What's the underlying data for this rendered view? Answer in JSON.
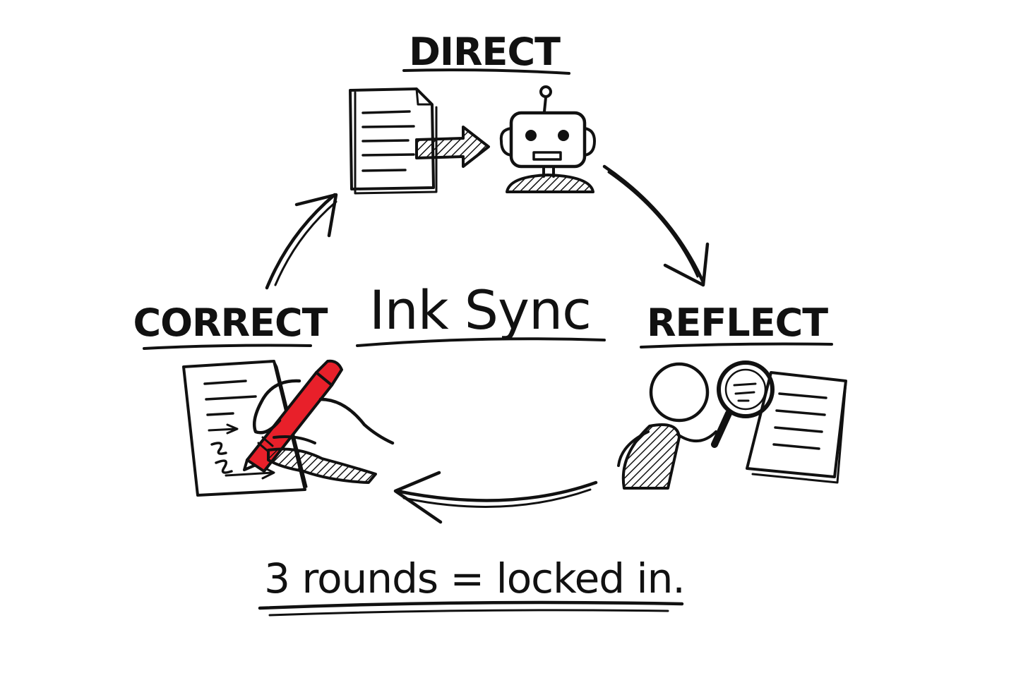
{
  "diagram": {
    "title": "Ink Sync",
    "footer": "3 rounds = locked in.",
    "steps": [
      {
        "label": "DIRECT",
        "icon": "document-to-robot-icon"
      },
      {
        "label": "REFLECT",
        "icon": "person-magnifier-document-icon"
      },
      {
        "label": "CORRECT",
        "icon": "hand-pen-editing-document-icon"
      }
    ],
    "colors": {
      "ink": "#111111",
      "pen_accent": "#e8202a",
      "background": "#ffffff"
    }
  }
}
